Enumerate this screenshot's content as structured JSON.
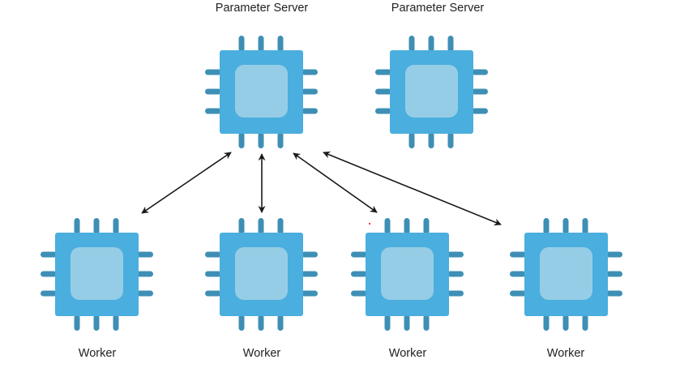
{
  "diagram": {
    "type": "parameter-server-architecture",
    "colors": {
      "chip_body": "#4aaede",
      "chip_core": "#96cde6",
      "chip_pins": "#3e8fb5",
      "arrow": "#1a1a1a",
      "label": "#222222"
    },
    "nodes": [
      {
        "id": "ps1",
        "role": "parameter-server",
        "label": "Parameter Server"
      },
      {
        "id": "ps2",
        "role": "parameter-server",
        "label": "Parameter Server"
      },
      {
        "id": "w1",
        "role": "worker",
        "label": "Worker"
      },
      {
        "id": "w2",
        "role": "worker",
        "label": "Worker"
      },
      {
        "id": "w3",
        "role": "worker",
        "label": "Worker"
      },
      {
        "id": "w4",
        "role": "worker",
        "label": "Worker"
      }
    ],
    "edges": [
      {
        "from": "ps1",
        "to": "w1",
        "direction": "bidirectional"
      },
      {
        "from": "ps1",
        "to": "w2",
        "direction": "bidirectional"
      },
      {
        "from": "ps1",
        "to": "w3",
        "direction": "bidirectional"
      },
      {
        "from": "ps1",
        "to": "w4",
        "direction": "bidirectional"
      }
    ]
  }
}
